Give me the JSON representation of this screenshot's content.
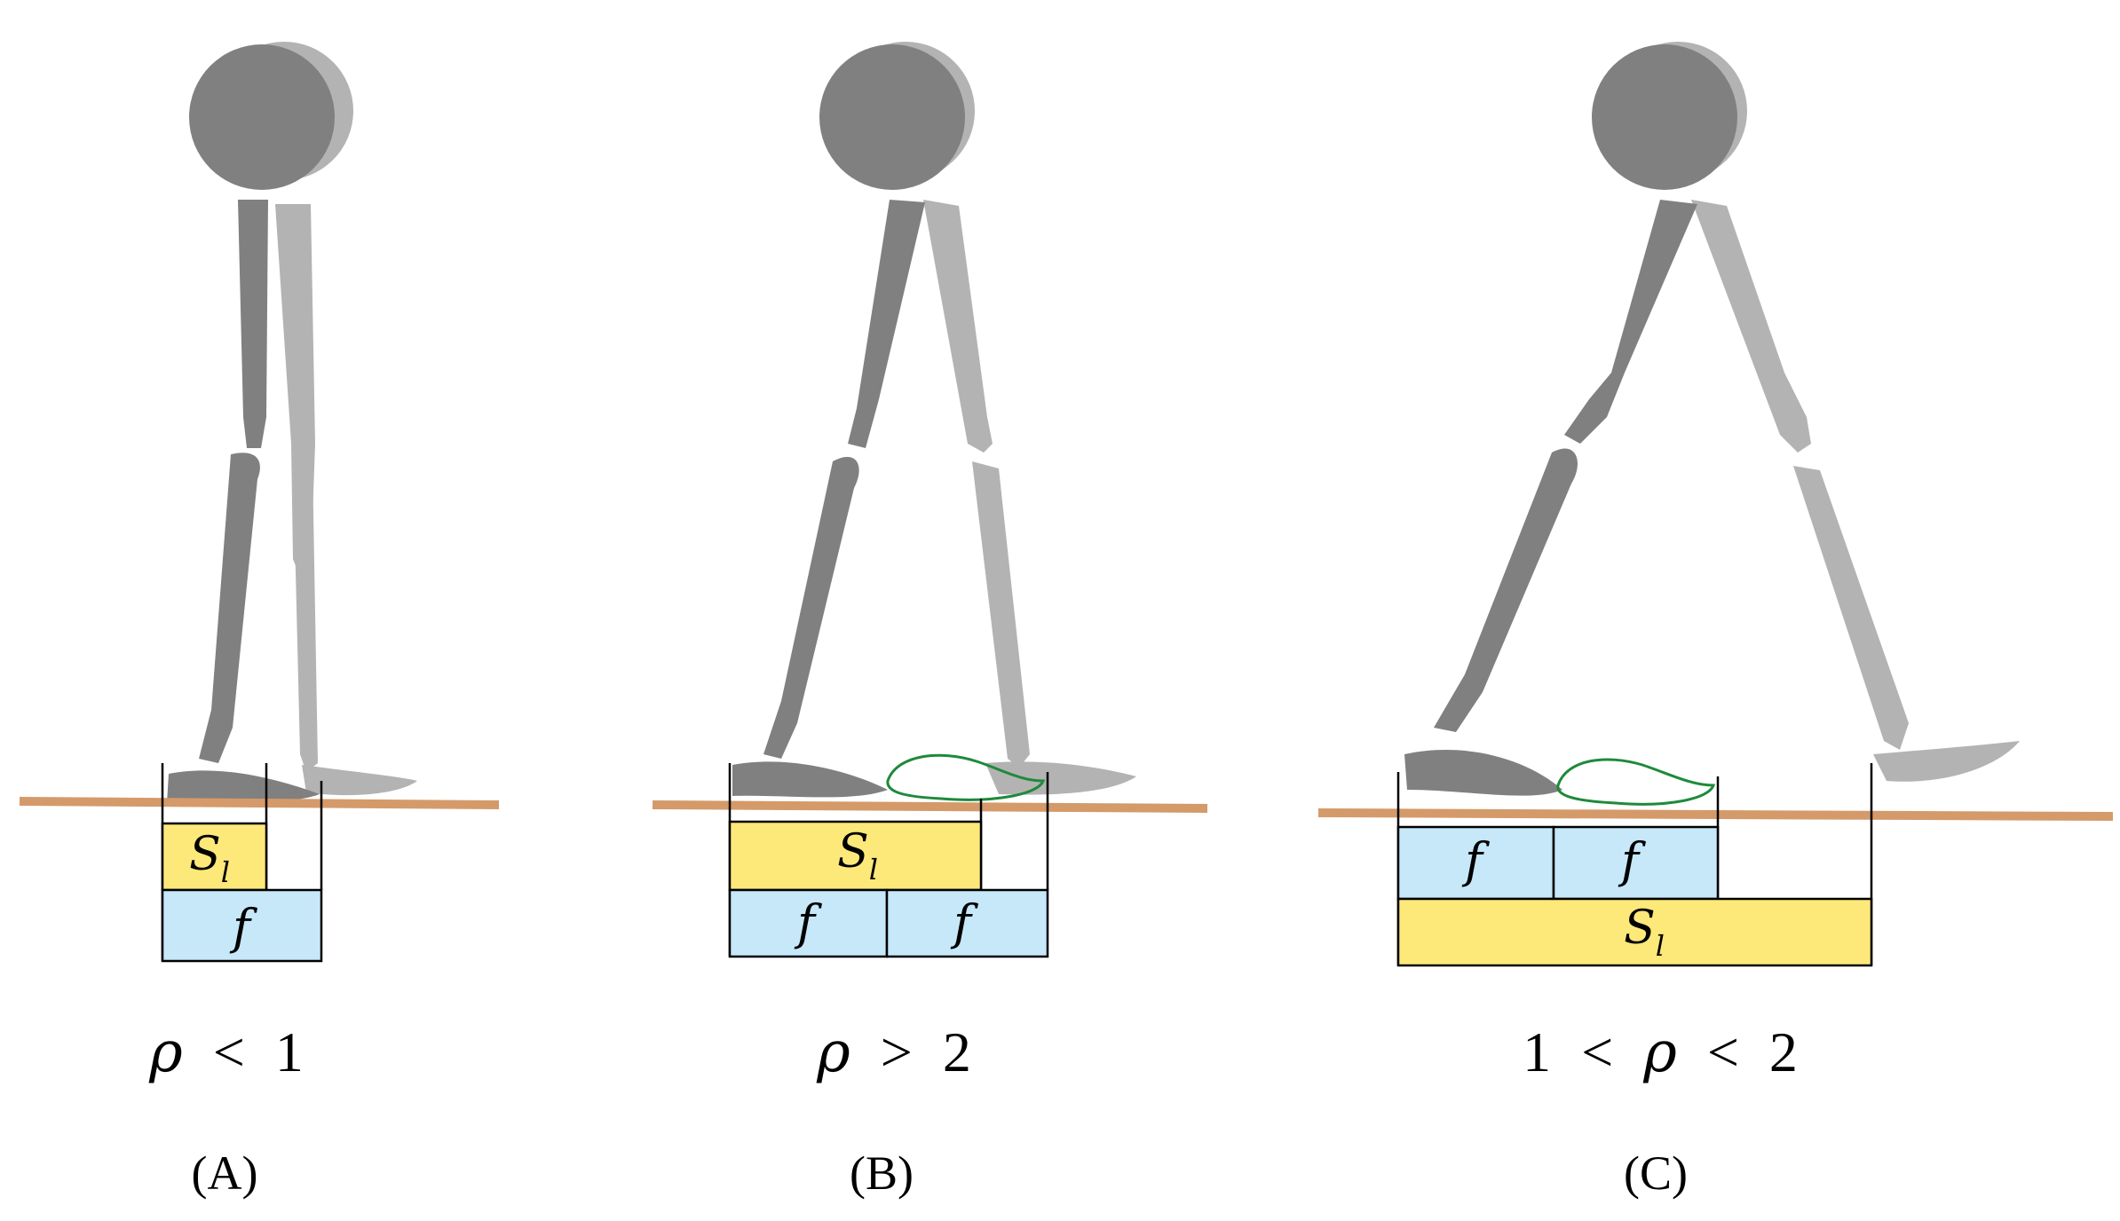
{
  "colors": {
    "background": "#ffffff",
    "leg_front": "#808080",
    "leg_back": "#b3b3b3",
    "ground": "#d59a6a",
    "box_yellow": "#fde87a",
    "box_blue": "#c6e8f9",
    "box_stroke": "#000000",
    "foot_outline": "#1e8a3a"
  },
  "icons": {
    "front_leg": "stick-leg-dark",
    "back_leg": "stick-leg-light",
    "swing_foot": "foot-outline"
  },
  "panels": [
    {
      "id": "A",
      "caption": "(A)",
      "condition": {
        "left": "ρ",
        "op": "<",
        "right": "1"
      },
      "boxes": [
        {
          "kind": "stance",
          "label": "S",
          "sub": "l"
        },
        {
          "kind": "foot",
          "label": "f"
        }
      ]
    },
    {
      "id": "B",
      "caption": "(B)",
      "condition": {
        "left": "ρ",
        "op": ">",
        "right": "2"
      },
      "boxes": [
        {
          "kind": "stance",
          "label": "S",
          "sub": "l"
        },
        {
          "kind": "foot",
          "label": "f"
        },
        {
          "kind": "foot",
          "label": "f"
        }
      ]
    },
    {
      "id": "C",
      "caption": "(C)",
      "condition": {
        "left": "1",
        "op": "<",
        "mid": "ρ",
        "op2": "<",
        "right": "2"
      },
      "boxes": [
        {
          "kind": "foot",
          "label": "f"
        },
        {
          "kind": "foot",
          "label": "f"
        },
        {
          "kind": "stance",
          "label": "S",
          "sub": "l"
        }
      ]
    }
  ]
}
